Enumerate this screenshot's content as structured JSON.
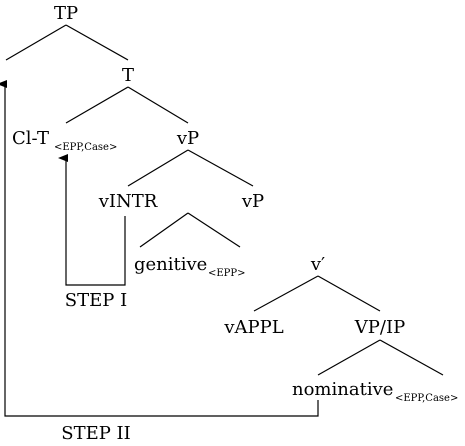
{
  "tree": {
    "tp": "TP",
    "t": "T",
    "cl_t": "Cl-T",
    "cl_t_sub": "<EPP,Case>",
    "vp_upper": "vP",
    "vintr": "vINTR",
    "vp_lower": "vP",
    "genitive": "genitive",
    "genitive_sub": "<EPP>",
    "v_bar": "v′",
    "vappl": "vAPPL",
    "vp_ip": "VP/IP",
    "nominative": "nominative",
    "nominative_sub": "<EPP,Case>"
  },
  "steps": {
    "step1": "STEP I",
    "step2": "STEP II"
  }
}
